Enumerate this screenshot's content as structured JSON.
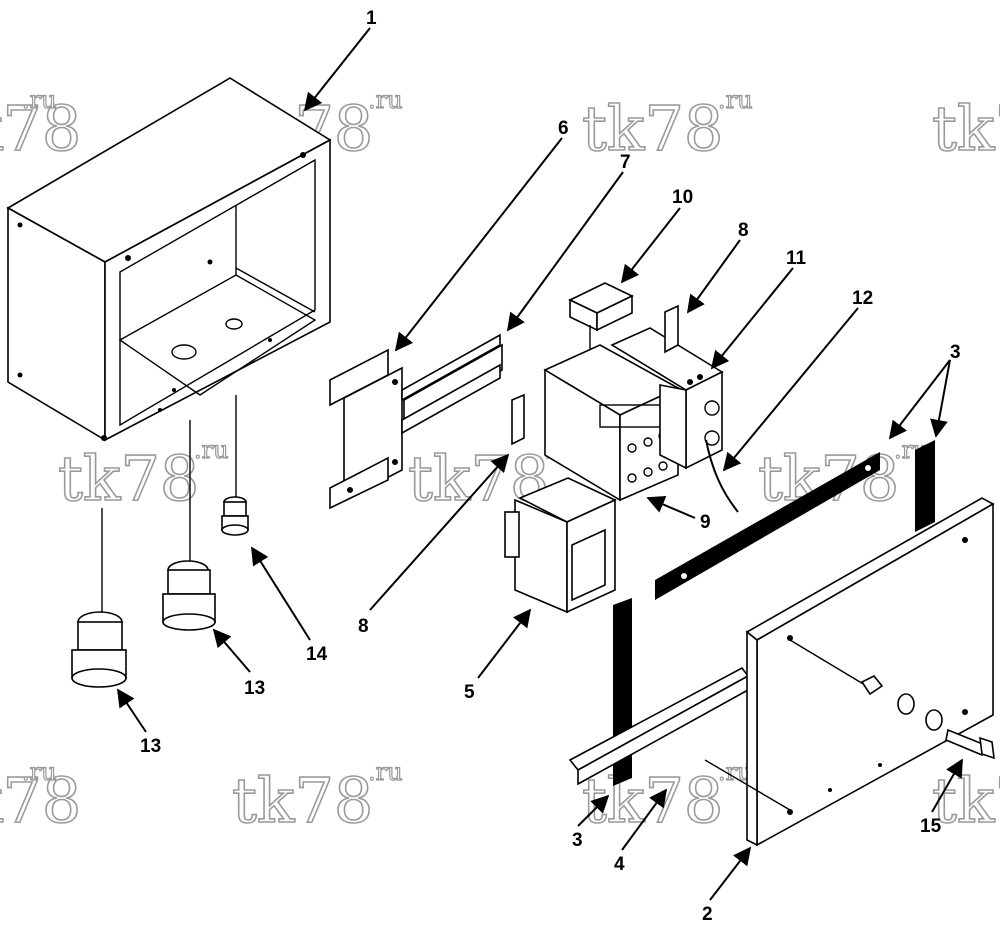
{
  "diagram": {
    "watermark_text": "tk78",
    "watermark_suffix": ".ru",
    "callouts": [
      {
        "id": "c1",
        "label": "1"
      },
      {
        "id": "c2",
        "label": "2"
      },
      {
        "id": "c3a",
        "label": "3"
      },
      {
        "id": "c3b",
        "label": "3"
      },
      {
        "id": "c4",
        "label": "4"
      },
      {
        "id": "c5",
        "label": "5"
      },
      {
        "id": "c6",
        "label": "6"
      },
      {
        "id": "c7",
        "label": "7"
      },
      {
        "id": "c8a",
        "label": "8"
      },
      {
        "id": "c8b",
        "label": "8"
      },
      {
        "id": "c9",
        "label": "9"
      },
      {
        "id": "c10",
        "label": "10"
      },
      {
        "id": "c11",
        "label": "11"
      },
      {
        "id": "c12",
        "label": "12"
      },
      {
        "id": "c13a",
        "label": "13"
      },
      {
        "id": "c13b",
        "label": "13"
      },
      {
        "id": "c14",
        "label": "14"
      },
      {
        "id": "c15",
        "label": "15"
      }
    ]
  }
}
